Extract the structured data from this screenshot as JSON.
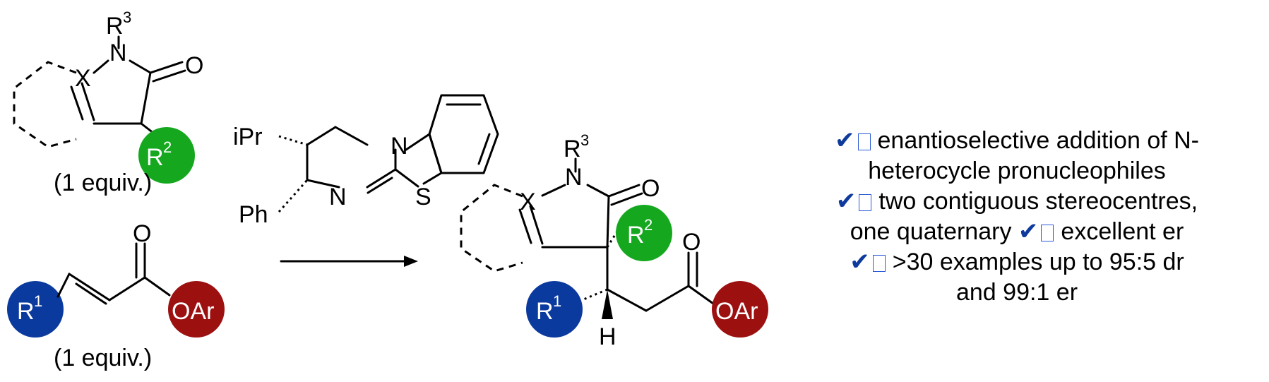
{
  "colors": {
    "blue": "#0b3a9e",
    "green": "#15a81f",
    "red": "#9c1010",
    "check": "#0d3a9c"
  },
  "reactant1": {
    "n": "N",
    "x": "X",
    "o": "O",
    "r3": "R",
    "r3_sup": "3",
    "r2": "R",
    "r2_sup": "2",
    "equiv": "(1 equiv.)"
  },
  "reactant2": {
    "o": "O",
    "r1": "R",
    "r1_sup": "1",
    "oar": "OAr",
    "equiv": "(1 equiv.)"
  },
  "catalyst": {
    "ipr": "iPr",
    "ph": "Ph",
    "n1": "N",
    "n2": "N",
    "s": "S"
  },
  "product": {
    "n": "N",
    "x": "X",
    "o1": "O",
    "o2": "O",
    "r3": "R",
    "r3_sup": "3",
    "r2": "R",
    "r2_sup": "2",
    "r1": "R",
    "r1_sup": "1",
    "oar": "OAr",
    "h": "H"
  },
  "highlights": {
    "check_icon": "✔",
    "line1": "enantioselective addition of N-",
    "line2": "heterocycle pronucleophiles",
    "line3": "two contiguous stereocentres,",
    "line4a": "one quaternary",
    "line4b": "excellent er",
    "line5": ">30 examples up to 95:5 dr",
    "line6": "and 99:1 er"
  }
}
